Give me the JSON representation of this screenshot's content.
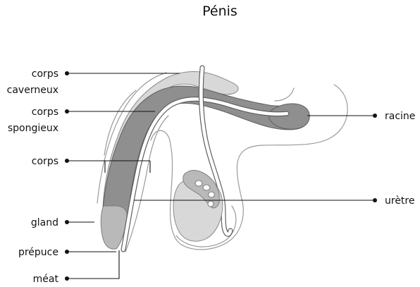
{
  "title": "Pénis",
  "labels": {
    "corps_caverneux_1": "corps",
    "corps_caverneux_2": "caverneux",
    "corps_spongieux_1": "corps",
    "corps_spongieux_2": "spongieux",
    "corps": "corps",
    "gland": "gland",
    "prepuce": "prépuce",
    "meat": "méat",
    "racine": "racine",
    "uretre": "urètre"
  },
  "colors": {
    "text": "#111111",
    "outline": "#9a9a9a",
    "tissue_dark": "#8f8f8f",
    "tissue_mid": "#b9b9b9",
    "tissue_light": "#d8d8d8"
  }
}
